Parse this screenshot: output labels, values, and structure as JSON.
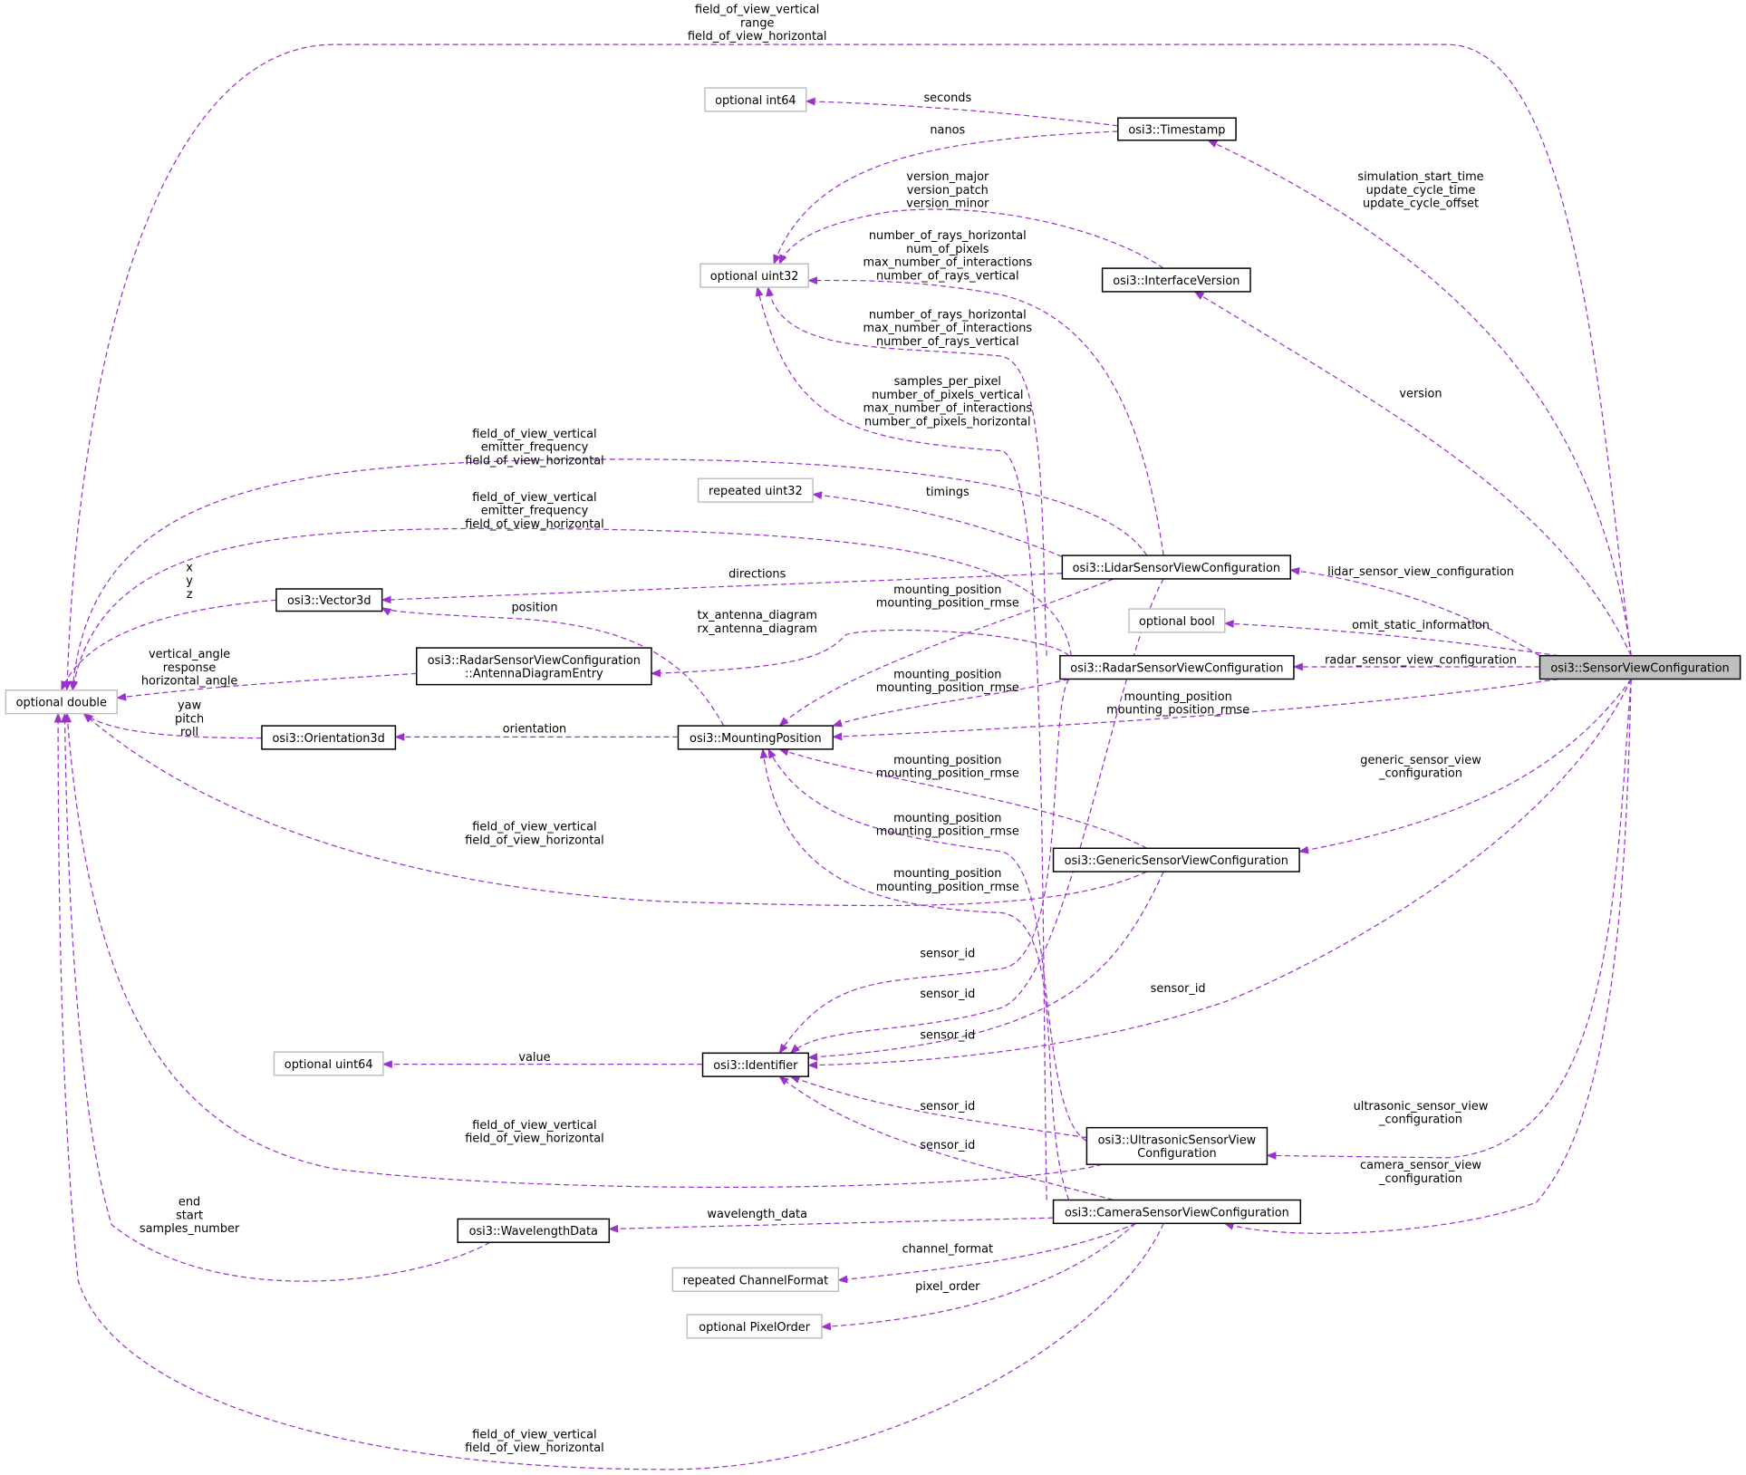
{
  "title": "osi3::SensorViewConfiguration collaboration diagram",
  "colors": {
    "edge": "#9a32cd",
    "root_fill": "#bfbfbf",
    "external_border": "#bfbfbf"
  },
  "nodes": [
    {
      "id": "optional_double",
      "lines": [
        "optional double"
      ],
      "kind": "external"
    },
    {
      "id": "optional_int64",
      "lines": [
        "optional int64"
      ],
      "kind": "external"
    },
    {
      "id": "timestamp",
      "lines": [
        "osi3::Timestamp"
      ],
      "kind": "class"
    },
    {
      "id": "optional_uint32",
      "lines": [
        "optional uint32"
      ],
      "kind": "external"
    },
    {
      "id": "interface_version",
      "lines": [
        "osi3::InterfaceVersion"
      ],
      "kind": "class"
    },
    {
      "id": "repeated_uint32",
      "lines": [
        "repeated uint32"
      ],
      "kind": "external"
    },
    {
      "id": "lidar",
      "lines": [
        "osi3::LidarSensorViewConfiguration"
      ],
      "kind": "class"
    },
    {
      "id": "optional_bool",
      "lines": [
        "optional bool"
      ],
      "kind": "external"
    },
    {
      "id": "vector3d",
      "lines": [
        "osi3::Vector3d"
      ],
      "kind": "class"
    },
    {
      "id": "antenna_entry",
      "lines": [
        "osi3::RadarSensorViewConfiguration",
        "::AntennaDiagramEntry"
      ],
      "kind": "class"
    },
    {
      "id": "radar",
      "lines": [
        "osi3::RadarSensorViewConfiguration"
      ],
      "kind": "class"
    },
    {
      "id": "sensor_view_configuration",
      "lines": [
        "osi3::SensorViewConfiguration"
      ],
      "kind": "root"
    },
    {
      "id": "orientation3d",
      "lines": [
        "osi3::Orientation3d"
      ],
      "kind": "class"
    },
    {
      "id": "mounting_position",
      "lines": [
        "osi3::MountingPosition"
      ],
      "kind": "class"
    },
    {
      "id": "generic",
      "lines": [
        "osi3::GenericSensorViewConfiguration"
      ],
      "kind": "class"
    },
    {
      "id": "optional_uint64",
      "lines": [
        "optional uint64"
      ],
      "kind": "external"
    },
    {
      "id": "identifier",
      "lines": [
        "osi3::Identifier"
      ],
      "kind": "class"
    },
    {
      "id": "ultrasonic",
      "lines": [
        "osi3::UltrasonicSensorView",
        "Configuration"
      ],
      "kind": "class"
    },
    {
      "id": "wavelength_data",
      "lines": [
        "osi3::WavelengthData"
      ],
      "kind": "class"
    },
    {
      "id": "camera",
      "lines": [
        "osi3::CameraSensorViewConfiguration"
      ],
      "kind": "class"
    },
    {
      "id": "repeated_channel_format",
      "lines": [
        "repeated ChannelFormat"
      ],
      "kind": "external"
    },
    {
      "id": "optional_pixel_order",
      "lines": [
        "optional PixelOrder"
      ],
      "kind": "external"
    }
  ],
  "edges": [
    {
      "from": "sensor_view_configuration",
      "to": "optional_double",
      "label": [
        "field_of_view_vertical",
        "range",
        "field_of_view_horizontal"
      ]
    },
    {
      "from": "timestamp",
      "to": "optional_int64",
      "label": [
        "seconds"
      ]
    },
    {
      "from": "timestamp",
      "to": "optional_uint32",
      "label": [
        "nanos"
      ]
    },
    {
      "from": "sensor_view_configuration",
      "to": "timestamp",
      "label": [
        "simulation_start_time",
        "update_cycle_time",
        "update_cycle_offset"
      ]
    },
    {
      "from": "interface_version",
      "to": "optional_uint32",
      "label": [
        "version_major",
        "version_patch",
        "version_minor"
      ]
    },
    {
      "from": "sensor_view_configuration",
      "to": "interface_version",
      "label": [
        "version"
      ]
    },
    {
      "from": "lidar",
      "to": "optional_uint32",
      "label": [
        "number_of_rays_horizontal",
        "num_of_pixels",
        "max_number_of_interactions",
        "number_of_rays_vertical"
      ]
    },
    {
      "from": "radar",
      "to": "optional_uint32",
      "label": [
        "number_of_rays_horizontal",
        "max_number_of_interactions",
        "number_of_rays_vertical"
      ]
    },
    {
      "from": "camera",
      "to": "optional_uint32",
      "label": [
        "samples_per_pixel",
        "number_of_pixels_vertical",
        "max_number_of_interactions",
        "number_of_pixels_horizontal"
      ]
    },
    {
      "from": "lidar",
      "to": "optional_double",
      "label": [
        "field_of_view_vertical",
        "emitter_frequency",
        "field_of_view_horizontal"
      ]
    },
    {
      "from": "radar",
      "to": "optional_double",
      "label": [
        "field_of_view_vertical",
        "emitter_frequency",
        "field_of_view_horizontal"
      ]
    },
    {
      "from": "lidar",
      "to": "repeated_uint32",
      "label": [
        "timings"
      ]
    },
    {
      "from": "lidar",
      "to": "vector3d",
      "label": [
        "directions"
      ]
    },
    {
      "from": "sensor_view_configuration",
      "to": "lidar",
      "label": [
        "lidar_sensor_view_configuration"
      ]
    },
    {
      "from": "vector3d",
      "to": "optional_double",
      "label": [
        "x",
        "y",
        "z"
      ]
    },
    {
      "from": "mounting_position",
      "to": "vector3d",
      "label": [
        "position"
      ]
    },
    {
      "from": "lidar",
      "to": "mounting_position",
      "label": [
        "mounting_position",
        "mounting_position_rmse"
      ]
    },
    {
      "from": "radar",
      "to": "antenna_entry",
      "label": [
        "tx_antenna_diagram",
        "rx_antenna_diagram"
      ]
    },
    {
      "from": "sensor_view_configuration",
      "to": "optional_bool",
      "label": [
        "omit_static_information"
      ]
    },
    {
      "from": "antenna_entry",
      "to": "optional_double",
      "label": [
        "vertical_angle",
        "response",
        "horizontal_angle"
      ]
    },
    {
      "from": "sensor_view_configuration",
      "to": "radar",
      "label": [
        "radar_sensor_view_configuration"
      ]
    },
    {
      "from": "radar",
      "to": "mounting_position",
      "label": [
        "mounting_position",
        "mounting_position_rmse"
      ]
    },
    {
      "from": "sensor_view_configuration",
      "to": "mounting_position",
      "label": [
        "mounting_position",
        "mounting_position_rmse"
      ]
    },
    {
      "from": "orientation3d",
      "to": "optional_double",
      "label": [
        "yaw",
        "pitch",
        "roll"
      ]
    },
    {
      "from": "mounting_position",
      "to": "orientation3d",
      "label": [
        "orientation"
      ]
    },
    {
      "from": "sensor_view_configuration",
      "to": "generic",
      "label": [
        "generic_sensor_view",
        "_configuration"
      ]
    },
    {
      "from": "generic",
      "to": "mounting_position",
      "label": [
        "mounting_position",
        "mounting_position_rmse"
      ]
    },
    {
      "from": "ultrasonic",
      "to": "mounting_position",
      "label": [
        "mounting_position",
        "mounting_position_rmse"
      ]
    },
    {
      "from": "generic",
      "to": "optional_double",
      "label": [
        "field_of_view_vertical",
        "field_of_view_horizontal"
      ]
    },
    {
      "from": "camera",
      "to": "mounting_position",
      "label": [
        "mounting_position",
        "mounting_position_rmse"
      ]
    },
    {
      "from": "radar",
      "to": "identifier",
      "label": [
        "sensor_id"
      ]
    },
    {
      "from": "lidar",
      "to": "identifier",
      "label": [
        "sensor_id"
      ]
    },
    {
      "from": "sensor_view_configuration",
      "to": "identifier",
      "label": [
        "sensor_id"
      ]
    },
    {
      "from": "generic",
      "to": "identifier",
      "label": [
        "sensor_id"
      ]
    },
    {
      "from": "identifier",
      "to": "optional_uint64",
      "label": [
        "value"
      ]
    },
    {
      "from": "ultrasonic",
      "to": "identifier",
      "label": [
        "sensor_id"
      ]
    },
    {
      "from": "sensor_view_configuration",
      "to": "ultrasonic",
      "label": [
        "ultrasonic_sensor_view",
        "_configuration"
      ]
    },
    {
      "from": "ultrasonic",
      "to": "optional_double",
      "label": [
        "field_of_view_vertical",
        "field_of_view_horizontal"
      ]
    },
    {
      "from": "camera",
      "to": "identifier",
      "label": [
        "sensor_id"
      ]
    },
    {
      "from": "sensor_view_configuration",
      "to": "camera",
      "label": [
        "camera_sensor_view",
        "_configuration"
      ]
    },
    {
      "from": "wavelength_data",
      "to": "optional_double",
      "label": [
        "end",
        "start",
        "samples_number"
      ]
    },
    {
      "from": "camera",
      "to": "wavelength_data",
      "label": [
        "wavelength_data"
      ]
    },
    {
      "from": "camera",
      "to": "repeated_channel_format",
      "label": [
        "channel_format"
      ]
    },
    {
      "from": "camera",
      "to": "optional_pixel_order",
      "label": [
        "pixel_order"
      ]
    },
    {
      "from": "camera",
      "to": "optional_double",
      "label": [
        "field_of_view_vertical",
        "field_of_view_horizontal"
      ]
    }
  ]
}
